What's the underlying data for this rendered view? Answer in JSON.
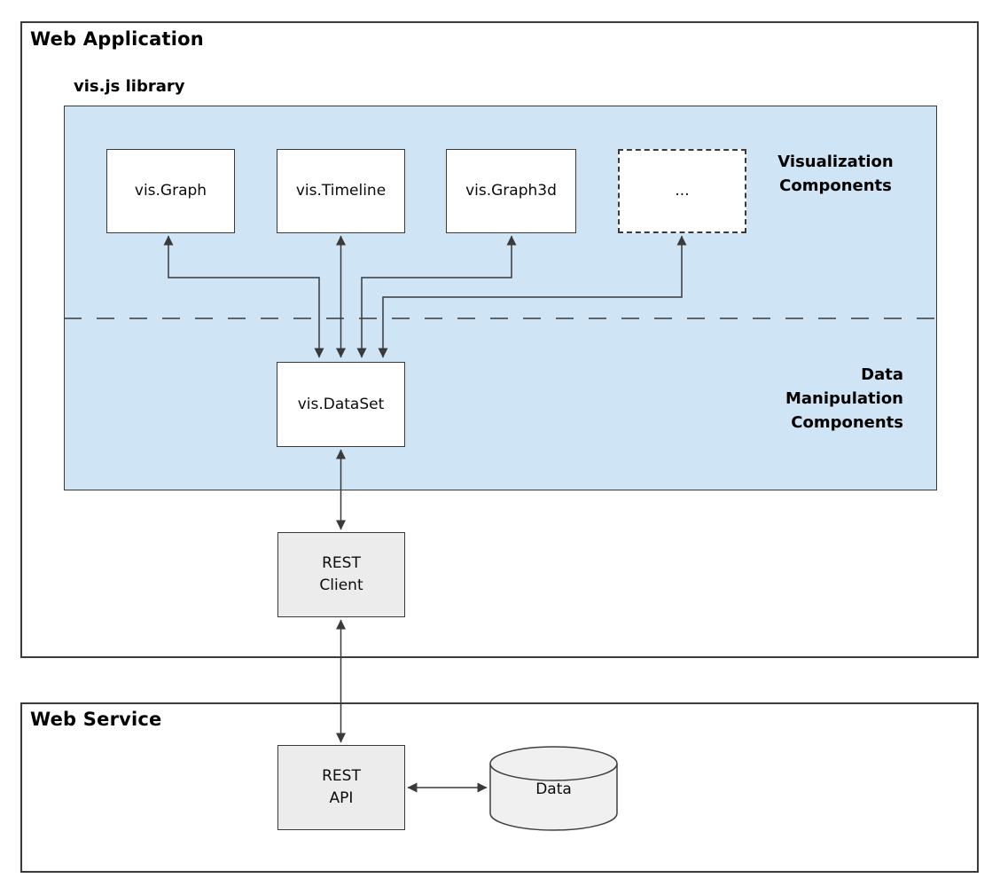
{
  "diagram": {
    "web_application": {
      "title": "Web Application",
      "visjs_library_label": "vis.js library",
      "visualization_section_label": "Visualization\nComponents",
      "data_section_label": "Data\nManipulation\nComponents",
      "components": [
        {
          "label": "vis.Graph"
        },
        {
          "label": "vis.Timeline"
        },
        {
          "label": "vis.Graph3d"
        },
        {
          "label": "..."
        }
      ],
      "dataset_box_label": "vis.DataSet",
      "rest_client_label": "REST\nClient"
    },
    "web_service": {
      "title": "Web Service",
      "rest_api_label": "REST\nAPI",
      "data_store_label": "Data"
    },
    "colors": {
      "library_panel_fill": "#cfe4f4",
      "service_box_fill": "#ececec",
      "data_cylinder_fill": "#f0f0f0",
      "line_color": "#3a3a3a"
    }
  }
}
